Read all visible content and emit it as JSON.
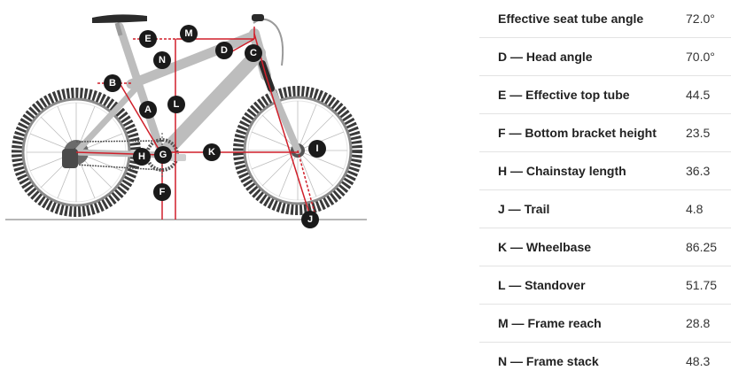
{
  "diagram": {
    "markers": [
      "A",
      "B",
      "C",
      "D",
      "E",
      "F",
      "G",
      "H",
      "I",
      "J",
      "K",
      "L",
      "M",
      "N"
    ]
  },
  "geometry": {
    "rows": [
      {
        "label": "Effective seat tube angle",
        "value": "72.0°"
      },
      {
        "label": "D — Head angle",
        "value": "70.0°"
      },
      {
        "label": "E — Effective top tube",
        "value": "44.5"
      },
      {
        "label": "F — Bottom bracket height",
        "value": "23.5"
      },
      {
        "label": "H — Chainstay length",
        "value": "36.3"
      },
      {
        "label": "J — Trail",
        "value": "4.8"
      },
      {
        "label": "K — Wheelbase",
        "value": "86.25"
      },
      {
        "label": "L — Standover",
        "value": "51.75"
      },
      {
        "label": "M — Frame reach",
        "value": "28.8"
      },
      {
        "label": "N — Frame stack",
        "value": "48.3"
      }
    ]
  },
  "colors": {
    "frame": "#bdbdbd",
    "tire": "#3a3a3a",
    "measure": "#d01f2a",
    "marker": "#1a1a1a"
  }
}
